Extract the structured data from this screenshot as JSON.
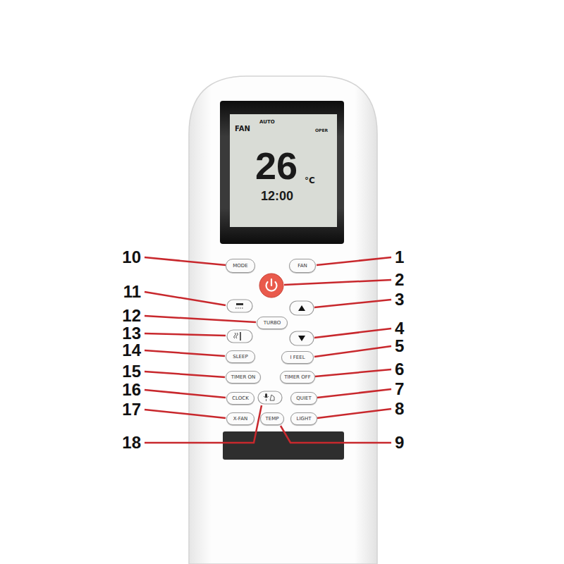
{
  "diagram": {
    "nodes": [
      {
        "text": [
          "FAN",
          "AUTO",
          "OPER",
          "26",
          "°C",
          "12:00"
        ]
      },
      {
        "text": [
          "MODE"
        ]
      },
      {
        "text": [
          "FAN"
        ]
      },
      {
        "text": [
          "TURBO"
        ]
      },
      {
        "text": [
          "SLEEP"
        ]
      },
      {
        "text": [
          "I FEEL"
        ]
      },
      {
        "text": [
          "TIMER ON"
        ]
      },
      {
        "text": [
          "TIMER OFF"
        ]
      },
      {
        "text": [
          "CLOCK"
        ]
      },
      {
        "text": [
          "QUIET"
        ]
      },
      {
        "text": [
          "X-FAN"
        ]
      },
      {
        "text": [
          "TEMP"
        ]
      },
      {
        "text": [
          "LIGHT"
        ]
      }
    ],
    "labels": [
      "10",
      "1",
      "2",
      "11",
      "3",
      "12",
      "13",
      "4",
      "14",
      "5",
      "15",
      "6",
      "16",
      "7",
      "17",
      "8",
      "18",
      "9"
    ]
  }
}
